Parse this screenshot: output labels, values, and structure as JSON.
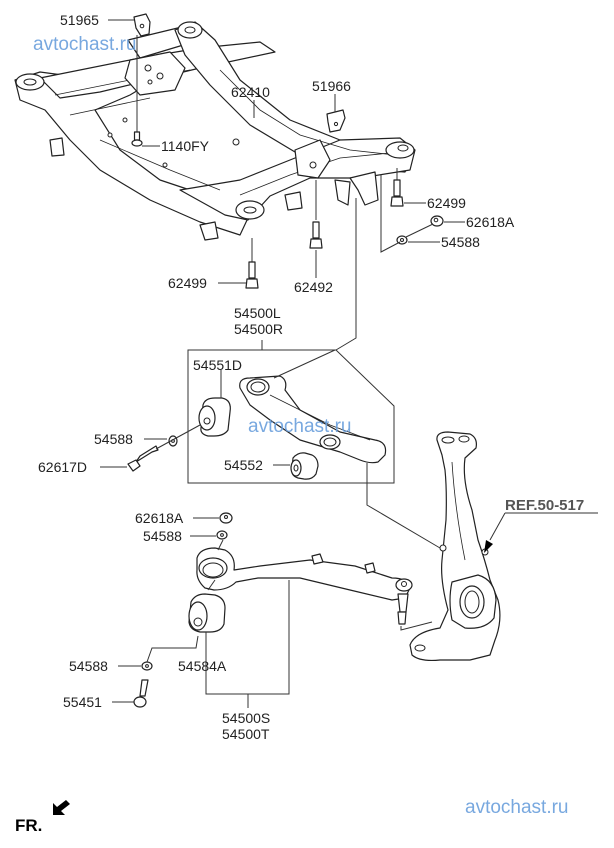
{
  "diagram": {
    "title": "Front subframe and lower control arms",
    "watermark": "avtochast.ru",
    "front_indicator": "FR.",
    "reference": "REF.50-517",
    "labels": {
      "p51965": "51965",
      "p62410": "62410",
      "p51966": "51966",
      "p1140FY": "1140FY",
      "p62499_a": "62499",
      "p62618A_a": "62618A",
      "p54588_a": "54588",
      "p62499_b": "62499",
      "p62492": "62492",
      "p54500L": "54500L",
      "p54500R": "54500R",
      "p54551D": "54551D",
      "p54588_b": "54588",
      "p62617D": "62617D",
      "p54552": "54552",
      "p62618A_b": "62618A",
      "p54588_c": "54588",
      "p54588_d": "54588",
      "p54584A": "54584A",
      "p55451": "55451",
      "p54500S": "54500S",
      "p54500T": "54500T"
    },
    "colors": {
      "watermark": "#6a9fdc",
      "line": "#333333",
      "reference": "#555555"
    }
  }
}
